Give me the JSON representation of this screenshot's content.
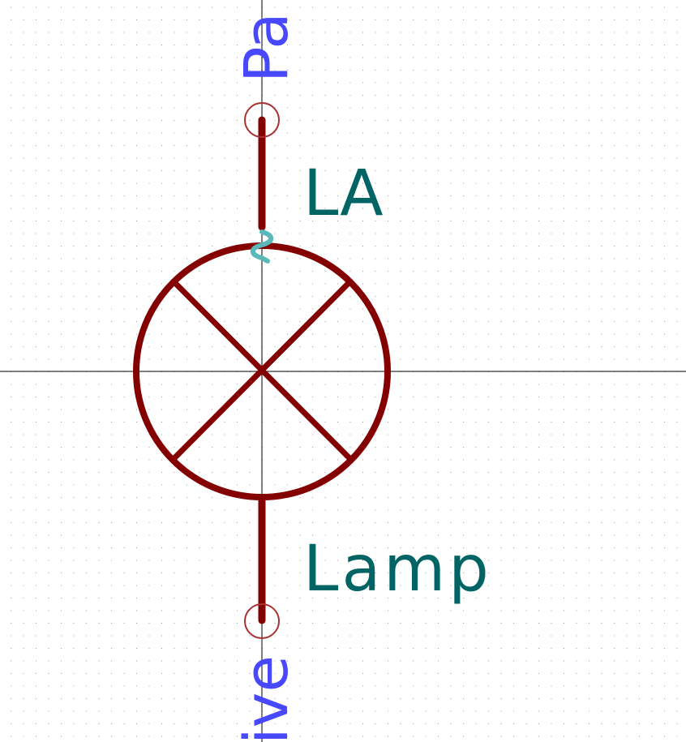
{
  "symbol": {
    "reference": "LA",
    "value": "Lamp",
    "pin_top_name": "Pa",
    "pin_bottom_name": "ive"
  },
  "colors": {
    "background": "#ffffff",
    "grid_dot": "#9a9a9a",
    "crosshair": "#000000",
    "body": "#840000",
    "pin_marker": "#a83232",
    "field_text": "#006464",
    "pin_text": "#4848ff",
    "ac_mark": "#5ab8b8"
  }
}
